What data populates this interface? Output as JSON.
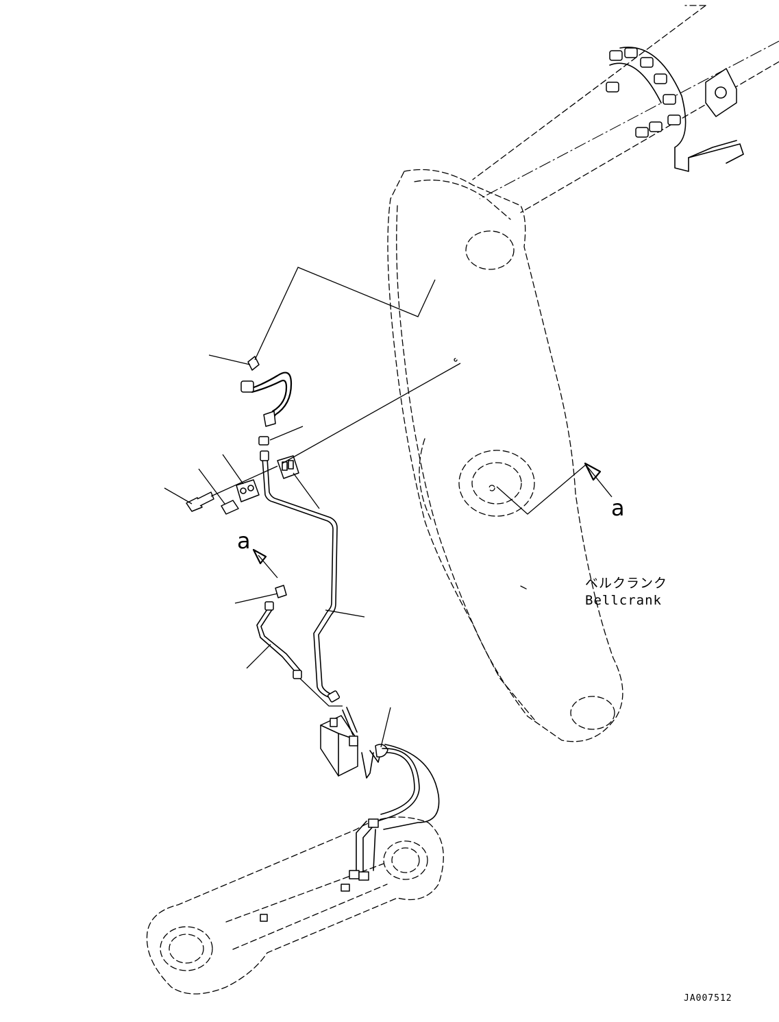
{
  "labels": {
    "view_a_right": "a",
    "view_a_left": "a",
    "bellcrank_jp": "ベルクランク",
    "bellcrank_en": "Bellcrank",
    "doc_id": "JA007512"
  },
  "colors": {
    "ink": "#000000",
    "paper": "#ffffff"
  }
}
